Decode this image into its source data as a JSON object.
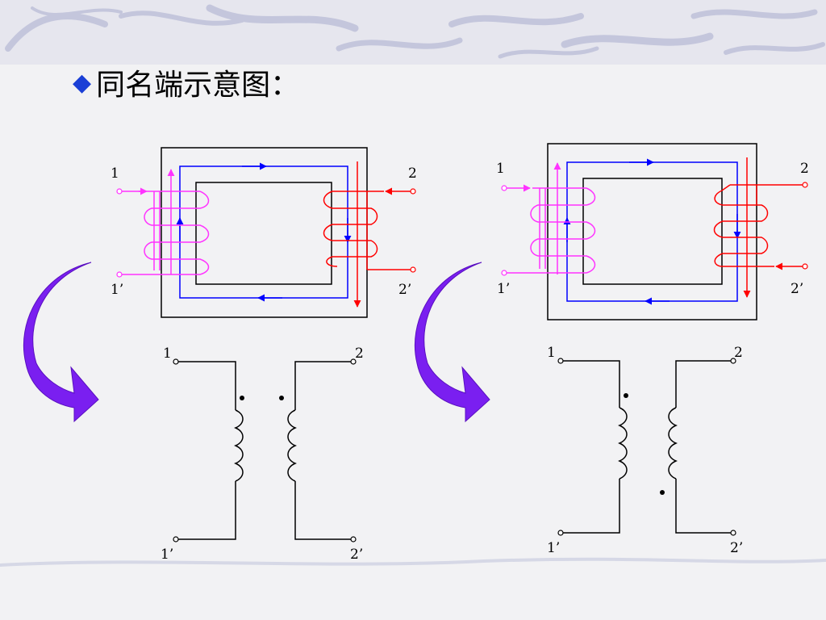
{
  "slide": {
    "bullet_icon": "diamond-bullet-icon",
    "title": "同名端示意图："
  },
  "colors": {
    "primary_coil": "#ff33ff",
    "secondary_coil": "#ff0000",
    "flux": "#0000ff",
    "core": "#000000",
    "arrow_fill": "#7a1ff0",
    "bullet": "#1a3fd6"
  },
  "left_example": {
    "core_labels": {
      "p_start": "1",
      "p_end": "1’",
      "s_start": "2",
      "s_end": "2’"
    },
    "circuit_labels": {
      "p_start": "1",
      "p_end": "1’",
      "s_start": "2",
      "s_end": "2’"
    }
  },
  "right_example": {
    "core_labels": {
      "p_start": "1",
      "p_end": "1’",
      "s_start": "2",
      "s_end": "2’"
    },
    "circuit_labels": {
      "p_start": "1",
      "p_end": "1’",
      "s_start": "2",
      "s_end": "2’"
    }
  }
}
